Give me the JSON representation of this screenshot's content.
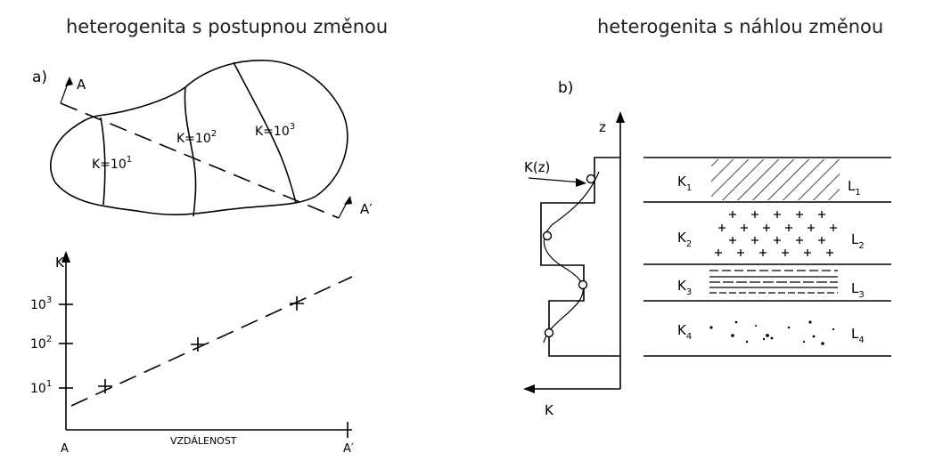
{
  "headings": {
    "left": "heterogenita s postupnou změnou",
    "right": "heterogenita s náhlou změnou"
  },
  "panel_a": {
    "label": "a)",
    "section_start": "A",
    "section_end": "A′",
    "isolines": [
      {
        "base": "K=10",
        "exp": "1"
      },
      {
        "base": "K=10",
        "exp": "2"
      },
      {
        "base": "K=10",
        "exp": "3"
      }
    ],
    "plot": {
      "y_axis_label": "K",
      "y_ticks": [
        {
          "base": "10",
          "exp": "1"
        },
        {
          "base": "10",
          "exp": "2"
        },
        {
          "base": "10",
          "exp": "3"
        }
      ],
      "x_start": "A",
      "x_end": "A′",
      "x_axis_label": "VZDÁLENOST"
    }
  },
  "panel_b": {
    "label": "b)",
    "z_axis": "z",
    "k_axis": "K",
    "curve_label": "K(z)",
    "layers": [
      {
        "k": "K",
        "k_sub": "1",
        "l": "L",
        "l_sub": "1"
      },
      {
        "k": "K",
        "k_sub": "2",
        "l": "L",
        "l_sub": "2"
      },
      {
        "k": "K",
        "k_sub": "3",
        "l": "L",
        "l_sub": "3"
      },
      {
        "k": "K",
        "k_sub": "4",
        "l": "L",
        "l_sub": "4"
      }
    ]
  }
}
